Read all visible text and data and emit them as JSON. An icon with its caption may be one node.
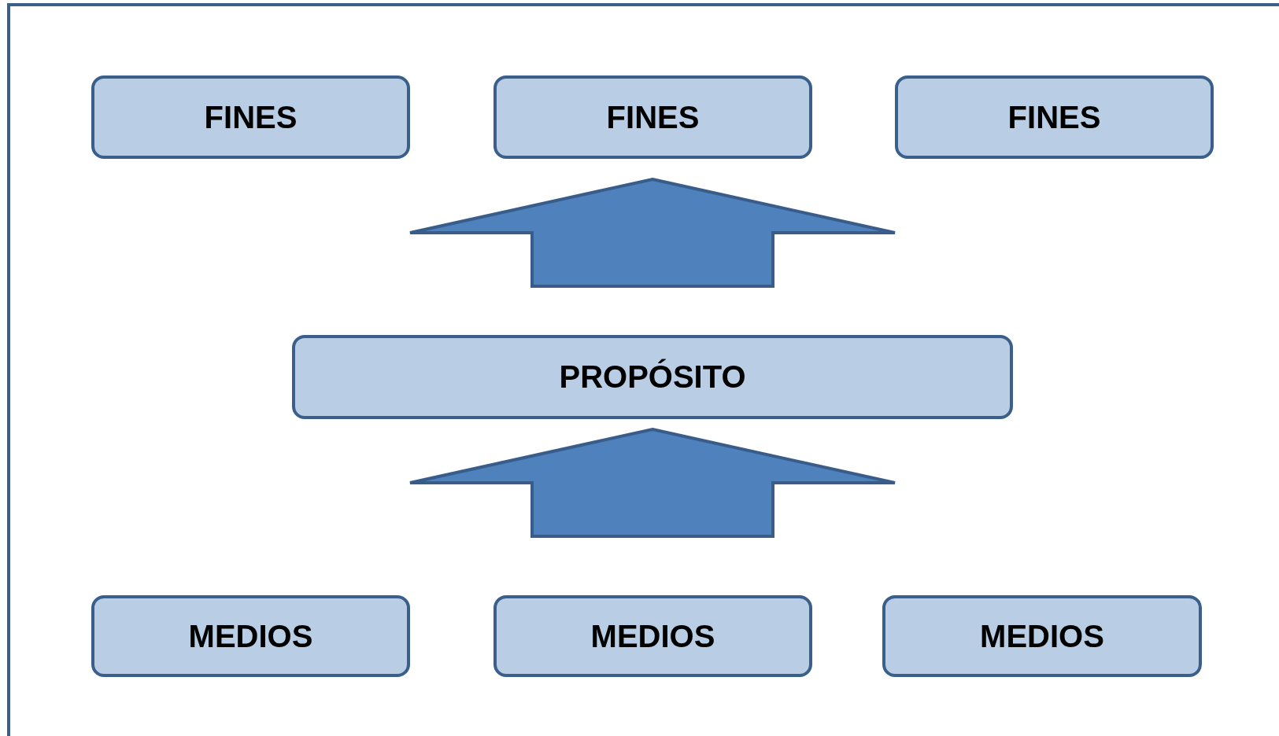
{
  "diagram": {
    "nodes": [
      {
        "text": [
          "FINES"
        ]
      },
      {
        "text": [
          "FINES"
        ]
      },
      {
        "text": [
          "FINES"
        ]
      },
      {
        "text": [
          "PROPÓSITO"
        ]
      },
      {
        "text": [
          "MEDIOS"
        ]
      },
      {
        "text": [
          "MEDIOS"
        ]
      },
      {
        "text": [
          "MEDIOS"
        ]
      }
    ],
    "edges": [
      {
        "from": 4,
        "to": 3,
        "arrow": "to"
      },
      {
        "from": 5,
        "to": 3,
        "arrow": "to"
      },
      {
        "from": 6,
        "to": 3,
        "arrow": "to"
      },
      {
        "from": 3,
        "to": 0,
        "arrow": "to"
      },
      {
        "from": 3,
        "to": 1,
        "arrow": "to"
      },
      {
        "from": 3,
        "to": 2,
        "arrow": "to"
      }
    ]
  }
}
